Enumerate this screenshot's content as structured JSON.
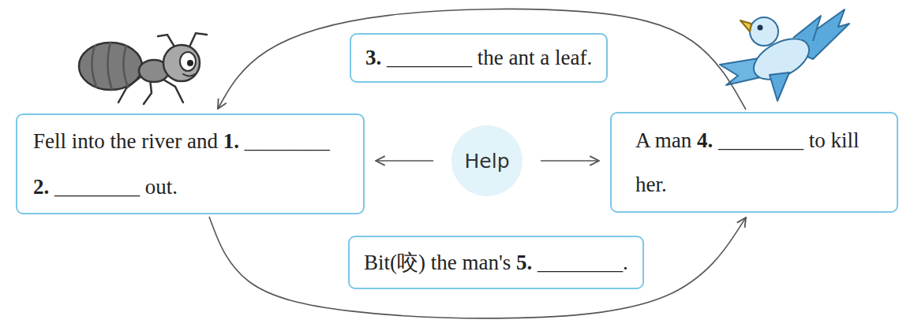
{
  "diagram": {
    "nodes": [
      {
        "text": [
          "3. ________ the ant a leaf."
        ]
      },
      {
        "text": [
          "Fell into the river and 1. ________ 2. ________ out."
        ]
      },
      {
        "text": [
          "Help"
        ]
      },
      {
        "text": [
          "A man 4. ________ to kill her."
        ]
      },
      {
        "text": [
          "Bit(咬) the man's 5. ________."
        ]
      }
    ],
    "edges": [
      {
        "from": 3,
        "to": 1,
        "arrow": "to"
      },
      {
        "from": 1,
        "to": 3,
        "arrow": "to"
      },
      {
        "from": 2,
        "to": 1,
        "arrow": "to"
      },
      {
        "from": 2,
        "to": 3,
        "arrow": "to"
      }
    ]
  }
}
